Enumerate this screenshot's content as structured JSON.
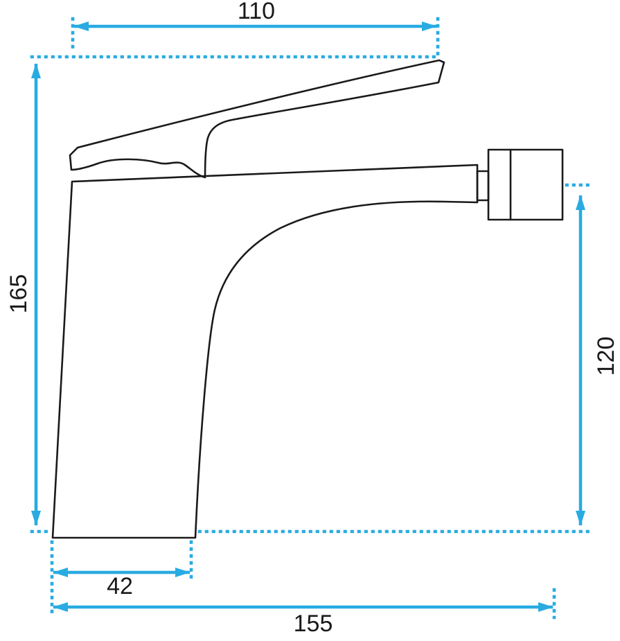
{
  "colors": {
    "accent": "#29ABE2",
    "ink": "#1A1A1A",
    "background": "#FFFFFF"
  },
  "dimensions": {
    "top_width": "110",
    "overall_height": "165",
    "outlet_height": "120",
    "base_width": "42",
    "overall_length": "155"
  }
}
